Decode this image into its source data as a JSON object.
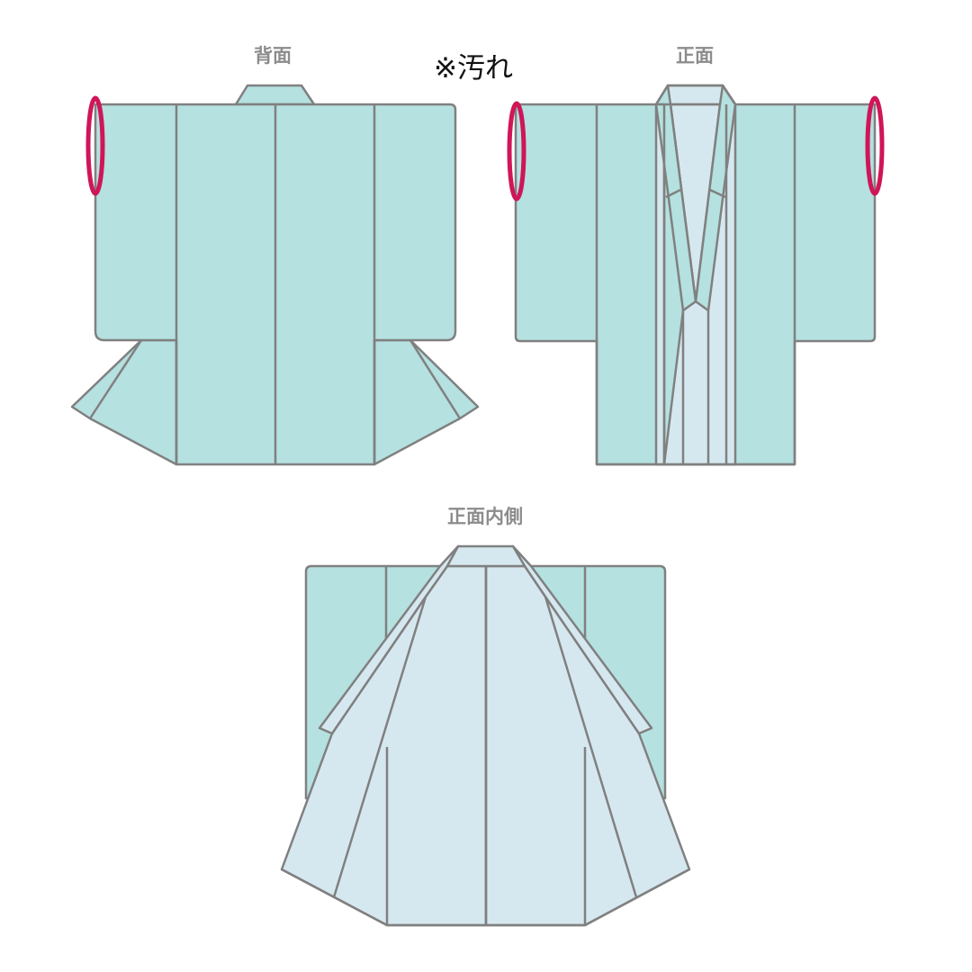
{
  "title": "Kimono condition diagram",
  "note": "※汚れ",
  "views": {
    "back": {
      "label": "背面"
    },
    "front": {
      "label": "正面"
    },
    "inside": {
      "label": "正面内側"
    }
  },
  "markers": [
    {
      "view": "back",
      "location": "left sleeve edge",
      "meaning": "汚れ"
    },
    {
      "view": "front",
      "location": "left sleeve edge",
      "meaning": "汚れ"
    },
    {
      "view": "front",
      "location": "right sleeve edge",
      "meaning": "汚れ"
    }
  ],
  "colors": {
    "outer_fabric": "#b5e1e0",
    "lining": "#d6e8ef",
    "outline": "#808080",
    "marker": "#d01558",
    "label_text": "#8c8c8c"
  }
}
